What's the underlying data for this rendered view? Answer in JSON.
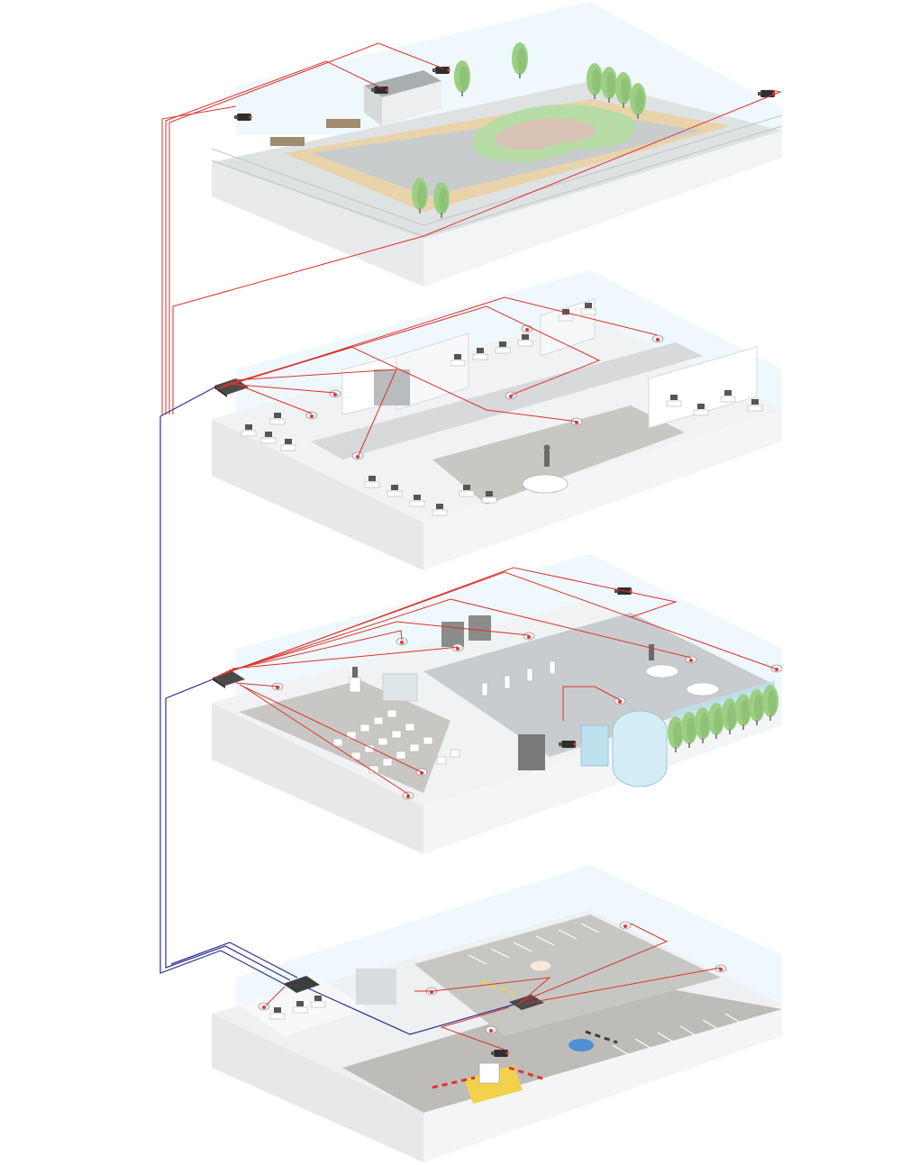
{
  "diagram": {
    "type": "isometric-building-surveillance-network",
    "colors": {
      "background": "#ffffff",
      "slab_top": "#eef1f2",
      "slab_side": "#e2e5e7",
      "slab_front": "#f2f3f4",
      "floor_grey": "#c9c7c3",
      "glass": "#e4f3fa",
      "wall": "#f4f6f7",
      "red_cable": "#d8332c",
      "blue_cable": "#2b2f8c",
      "tree": "#9ccf85",
      "tree_dark": "#7fb86a",
      "lawn": "#b7dca6",
      "path_sand": "#e8d3ab",
      "switch": "#4a4a4a",
      "camera": "#2e2e2e",
      "camera_led": "#e53935",
      "car": "#4f8fd6",
      "booth": "#f2d24a",
      "barrier_stripe": "#e0342c"
    },
    "levels": [
      {
        "id": "rooftop",
        "zones": [
          "garden",
          "walking-track",
          "benches",
          "stair-house"
        ],
        "cameras": 4
      },
      {
        "id": "office-floor",
        "zones": [
          "open-office",
          "meeting-rooms",
          "reception"
        ],
        "cameras": 7
      },
      {
        "id": "lobby-floor",
        "zones": [
          "auditorium",
          "turnstiles",
          "entrance",
          "waiting-area"
        ],
        "cameras": 9
      },
      {
        "id": "parking",
        "zones": [
          "parking-lot",
          "guard-booth",
          "barrier-gate",
          "canteen"
        ],
        "cameras": 5
      }
    ]
  }
}
